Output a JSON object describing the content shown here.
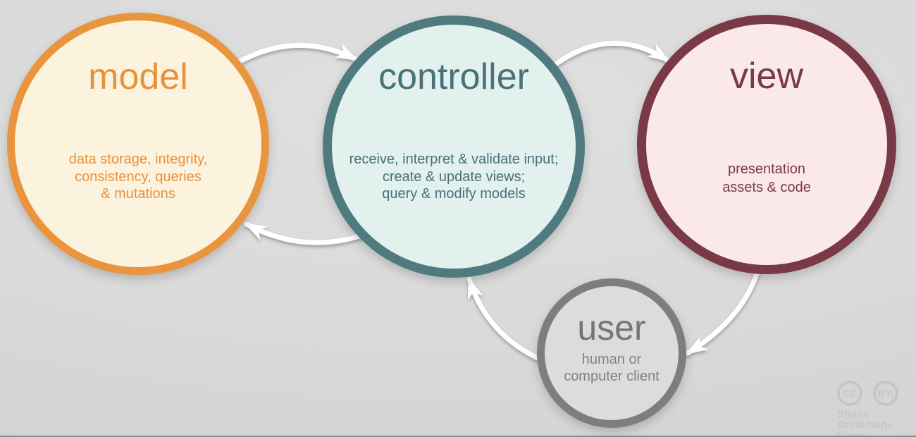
{
  "background_color": "#dadada",
  "nodes": {
    "model": {
      "title": "model",
      "description": "data storage, integrity,\nconsistency, queries\n& mutations",
      "border_color": "#e9953e",
      "fill_color": "#fcf3de",
      "text_color": "#e8913b"
    },
    "controller": {
      "title": "controller",
      "description": "receive, interpret & validate input;\ncreate & update views;\nquery & modify models",
      "border_color": "#4f7a7f",
      "fill_color": "#e2f0ee",
      "text_color": "#497179"
    },
    "view": {
      "title": "view",
      "description": "presentation\nassets & code",
      "border_color": "#7a3a45",
      "fill_color": "#fae8eb",
      "text_color": "#7a3a45"
    },
    "user": {
      "title": "user",
      "description": "human or\ncomputer client",
      "border_color": "#7e7e7e",
      "fill_color": "#dcdcdc",
      "text_color": "#757575"
    }
  },
  "arrows": {
    "color": "#ffffff",
    "connections": [
      {
        "from": "model",
        "to": "controller"
      },
      {
        "from": "controller",
        "to": "model"
      },
      {
        "from": "controller",
        "to": "view"
      },
      {
        "from": "view",
        "to": "user"
      },
      {
        "from": "user",
        "to": "controller"
      }
    ]
  },
  "attribution": {
    "cc_badge": "CC",
    "by_badge": "BY:",
    "author_line1": "Shane",
    "author_line2": "Brinkman-Davis",
    "color": "#c6c6c6"
  }
}
